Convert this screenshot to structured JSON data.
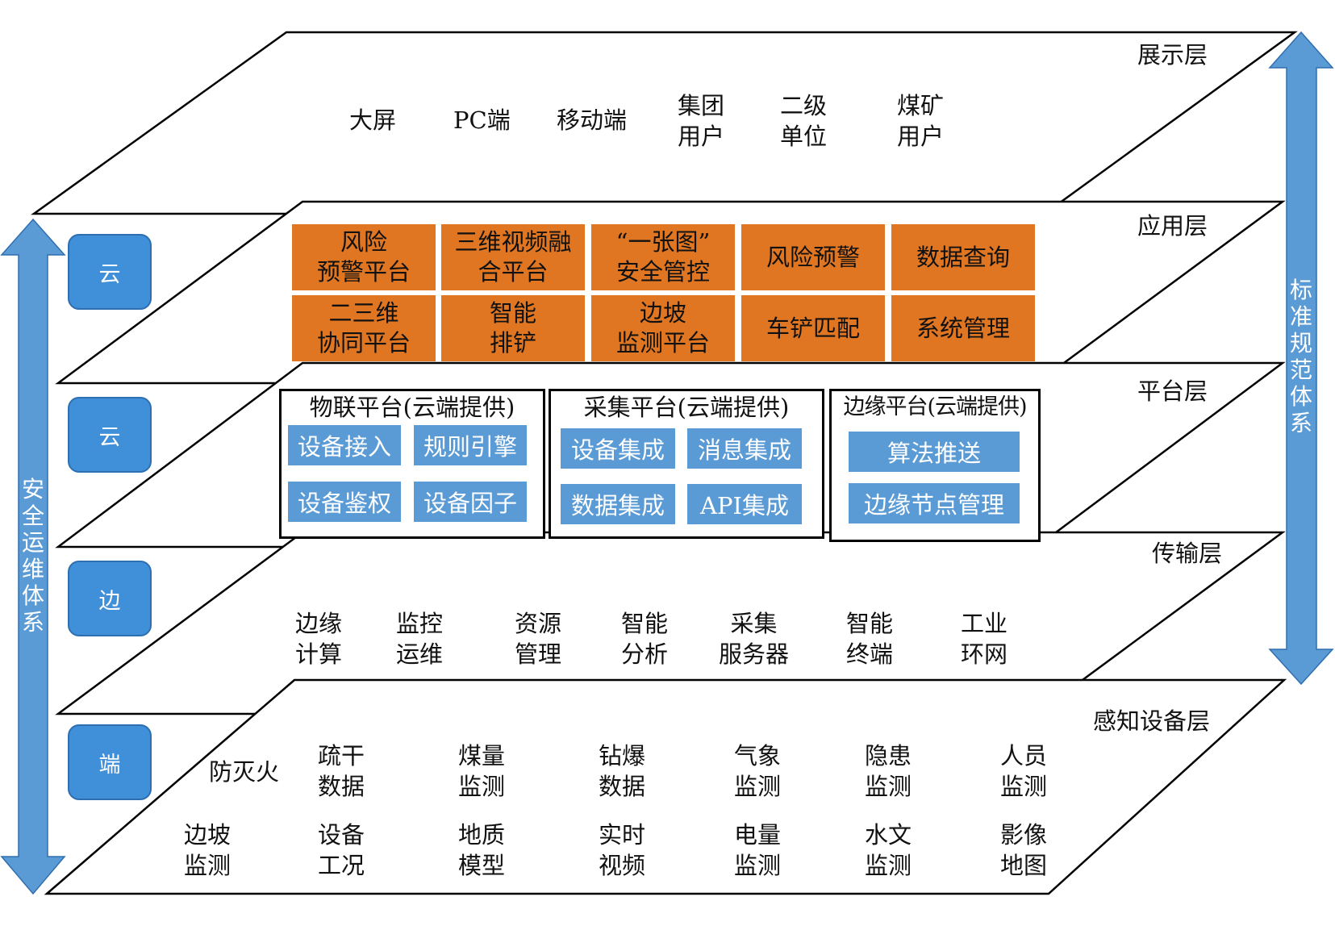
{
  "layer_titles": {
    "display": "展示层",
    "application": "应用层",
    "platform": "平台层",
    "transport": "传输层",
    "sensing": "感知设备层"
  },
  "tier_badges": {
    "application": "云",
    "platform": "云",
    "transport": "边",
    "sensing": "端"
  },
  "display_items": [
    "大屏",
    "PC端",
    "移动端",
    "集团\n用户",
    "二级\n单位",
    "煤矿\n用户"
  ],
  "application_tiles": [
    "风险\n预警平台",
    "三维视频融\n合平台",
    "“一张图”\n安全管控",
    "风险预警",
    "数据查询",
    "二三维\n协同平台",
    "智能\n排铲",
    "边坡\n监测平台",
    "车铲匹配",
    "系统管理"
  ],
  "platforms": [
    {
      "title": "物联平台(云端提供)",
      "services": [
        "设备接入",
        "规则引擎",
        "设备鉴权",
        "设备因子"
      ]
    },
    {
      "title": "采集平台(云端提供)",
      "services": [
        "设备集成",
        "消息集成",
        "数据集成",
        "API集成"
      ]
    },
    {
      "title": "边缘平台(云端提供)",
      "services": [
        "算法推送",
        "边缘节点管理"
      ]
    }
  ],
  "transport_items": [
    "边缘\n计算",
    "监控\n运维",
    "资源\n管理",
    "智能\n分析",
    "采集\n服务器",
    "智能\n终端",
    "工业\n环网"
  ],
  "sensing_items_row1": [
    "防灭火",
    "疏干\n数据",
    "煤量\n监测",
    "钻爆\n数据",
    "气象\n监测",
    "隐患\n监测",
    "人员\n监测"
  ],
  "sensing_items_row2": [
    "边坡\n监测",
    "设备\n工况",
    "地质\n模型",
    "实时\n视频",
    "电量\n监测",
    "水文\n监测",
    "影像\n地图"
  ],
  "side_labels": {
    "left": "安\n全\n运\n维\n体\n系",
    "right": "标\n准\n规\n范\n体\n系"
  },
  "colors": {
    "arrow_blue": "#5b9bd5",
    "badge_blue": "#3f8fd9",
    "tile_orange": "#e07622",
    "service_blue": "#5b9bd5"
  }
}
